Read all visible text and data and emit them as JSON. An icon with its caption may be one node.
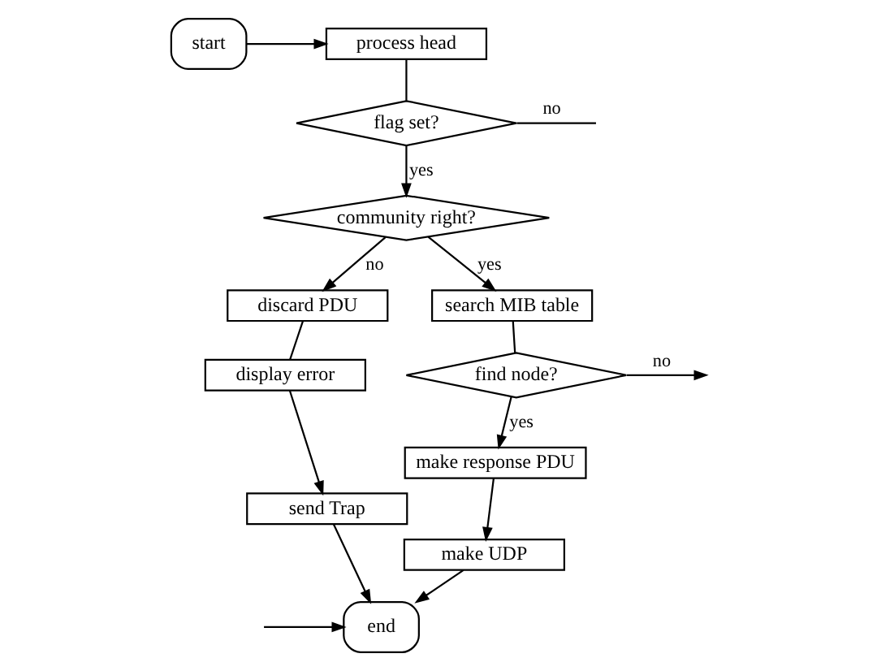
{
  "diagram": {
    "nodes": [
      {
        "text": [
          "start"
        ]
      },
      {
        "text": [
          "process head"
        ]
      },
      {
        "text": [
          "flag set?"
        ]
      },
      {
        "text": [
          "community right?"
        ]
      },
      {
        "text": [
          "discard PDU"
        ]
      },
      {
        "text": [
          "display error"
        ]
      },
      {
        "text": [
          "send Trap"
        ]
      },
      {
        "text": [
          "search MIB table"
        ]
      },
      {
        "text": [
          "find node?"
        ]
      },
      {
        "text": [
          "make response PDU"
        ]
      },
      {
        "text": [
          "make UDP"
        ]
      },
      {
        "text": [
          "end"
        ]
      }
    ],
    "edges": [
      {
        "from": 0,
        "to": 1,
        "arrow": "to"
      },
      {
        "from": 1,
        "to": 2,
        "arrow": "none"
      },
      {
        "from": 2,
        "to": 3,
        "arrow": "to",
        "label": "yes"
      },
      {
        "from": 2,
        "to": null,
        "arrow": "none",
        "label": "no"
      },
      {
        "from": 3,
        "to": 4,
        "arrow": "to",
        "label": "no"
      },
      {
        "from": 3,
        "to": 7,
        "arrow": "to",
        "label": "yes"
      },
      {
        "from": 4,
        "to": 5,
        "arrow": "none"
      },
      {
        "from": 5,
        "to": 6,
        "arrow": "to"
      },
      {
        "from": 7,
        "to": 8,
        "arrow": "none"
      },
      {
        "from": 8,
        "to": 9,
        "arrow": "to",
        "label": "yes"
      },
      {
        "from": 8,
        "to": null,
        "arrow": "to",
        "label": "no"
      },
      {
        "from": 9,
        "to": 10,
        "arrow": "to"
      },
      {
        "from": 10,
        "to": 11,
        "arrow": "to"
      },
      {
        "from": 6,
        "to": 11,
        "arrow": "to"
      },
      {
        "from": null,
        "to": 11,
        "arrow": "to"
      }
    ]
  }
}
